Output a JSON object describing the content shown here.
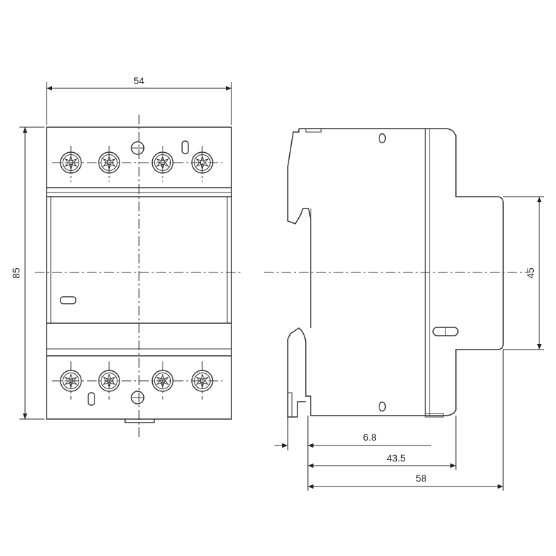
{
  "dimensions": {
    "width": "54",
    "height": "85",
    "front_height": "45",
    "offset_1": "6.8",
    "depth_1": "43.5",
    "depth_2": "58"
  }
}
